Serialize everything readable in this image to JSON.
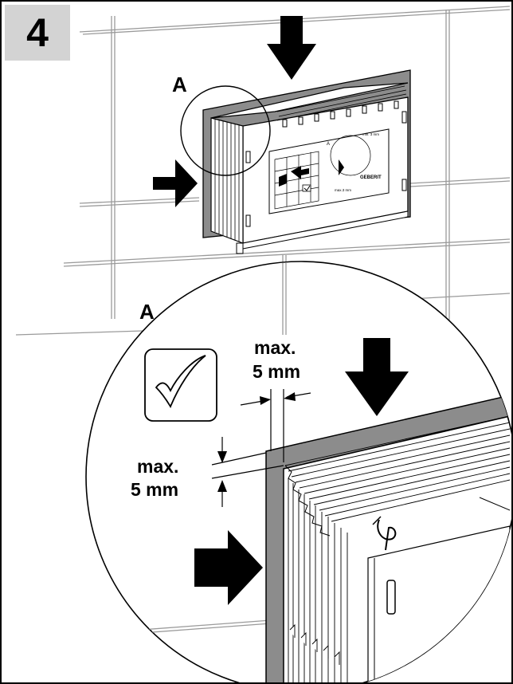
{
  "step": {
    "number": "4"
  },
  "detail": {
    "label_top": "A",
    "label_zoom": "A"
  },
  "dimension_vertical_gap": {
    "line1": "max.",
    "line2": "5 mm"
  },
  "dimension_horizontal_gap": {
    "line1": "max.",
    "line2": "5 mm"
  },
  "box_label": {
    "brand": "GEBERIT",
    "measure1": "min. 3 mm",
    "measure2": "max.3 mm",
    "detail_letter": "A"
  },
  "colors": {
    "frame_gray": "#8c8c8c",
    "badge_gray": "#d3d3d3",
    "tile_line": "#9a9a9a",
    "arrow": "#000000"
  }
}
